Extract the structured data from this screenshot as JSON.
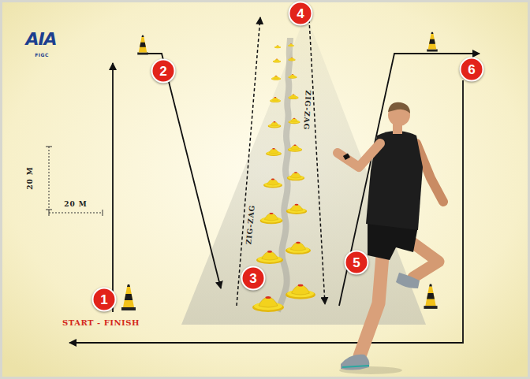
{
  "diagram": {
    "labels": [
      "AIA",
      "FIGC",
      "1",
      "2",
      "3",
      "4",
      "5",
      "6",
      "20 M",
      "20 M",
      "ZIG-ZAG",
      "ZIG-ZAG",
      "START - FINISH"
    ]
  }
}
